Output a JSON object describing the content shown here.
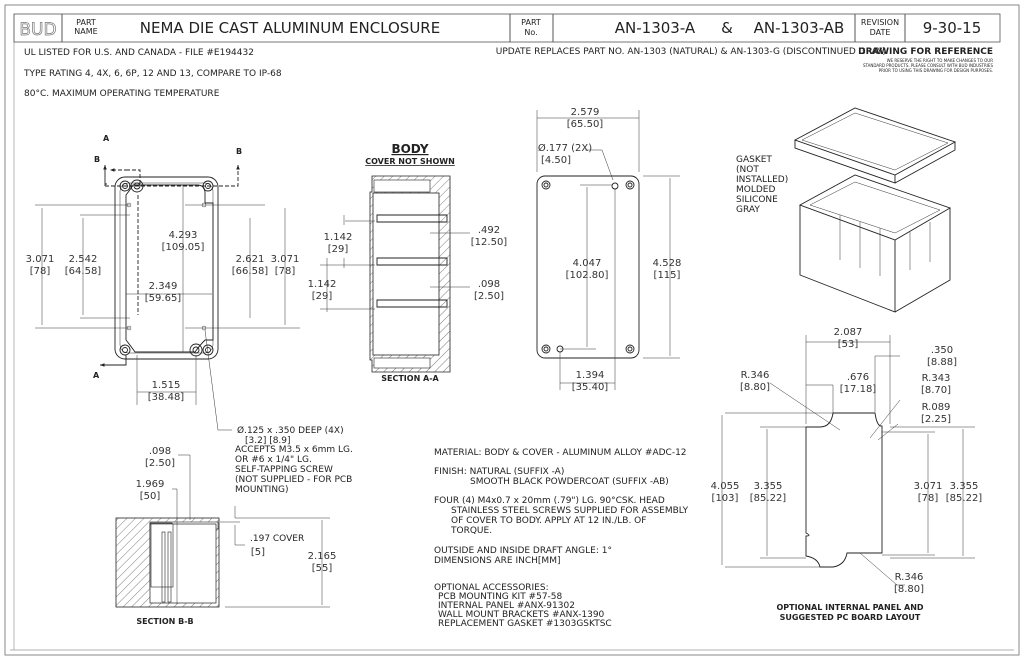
{
  "title_block": {
    "logo": "BUD",
    "part_name_label": "PART NAME",
    "part_name": "NEMA DIE CAST ALUMINUM ENCLOSURE",
    "part_no_label_1": "PART",
    "part_no_label_2": "No.",
    "part_no_1": "AN-1303-A",
    "part_no_amp": "&",
    "part_no_2": "AN-1303-AB",
    "revision_label_1": "REVISION",
    "revision_label_2": "DATE",
    "revision_date": "9-30-15"
  },
  "header_notes": {
    "ul": "UL LISTED FOR U.S. AND CANADA - FILE #E194432",
    "type_rating": "TYPE RATING 4, 4X, 6, 6P, 12 AND 13, COMPARE TO IP-68",
    "temperature": "80°C. MAXIMUM OPERATING TEMPERATURE",
    "update": "UPDATE REPLACES PART NO. AN-1303 (NATURAL) & AN-1303-G (DISCONTINUED GRAY)",
    "reference": "DRAWING FOR REFERENCE",
    "disclaimer": [
      "WE RESERVE THE RIGHT TO MAKE CHANGES TO OUR",
      "STANDARD PRODUCTS. PLEASE CONSULT WITH BUD INDUSTRIES",
      "PRIOR TO USING THIS DRAWING FOR DESIGN PURPOSES."
    ]
  },
  "front_view": {
    "section_a": "A",
    "section_b": "B",
    "dims": {
      "h_outer_l": [
        "3.071",
        "[78]"
      ],
      "h_inner_l": [
        "2.542",
        "[64.58]"
      ],
      "length": [
        "4.293",
        "[109.05]"
      ],
      "h_inner_r": [
        "2.621",
        "[66.58]"
      ],
      "h_outer_r": [
        "3.071",
        "[78]"
      ],
      "width": [
        "2.349",
        "[59.65]"
      ],
      "spacing": [
        "1.515",
        "[38.48]"
      ]
    },
    "hole_note": [
      "Ø.125  x  .350  DEEP (4X)",
      "[3.2]      [8.9]",
      "ACCEPTS M3.5 x 6mm LG.",
      "OR #6 x 1/4\" LG.",
      "SELF-TAPPING SCREW",
      "(NOT SUPPLIED - FOR PCB",
      "MOUNTING)"
    ]
  },
  "section_aa": {
    "title": "BODY",
    "subtitle": "COVER NOT SHOWN",
    "label": "SECTION A-A",
    "dims": {
      "rib1": [
        "1.142",
        "[29]"
      ],
      "rib2": [
        "1.142",
        "[29]"
      ],
      "depth": [
        ".492",
        "[12.50]"
      ],
      "wall": [
        ".098",
        "[2.50]"
      ]
    }
  },
  "cover_view": {
    "dims": {
      "width": [
        "2.579",
        "[65.50]"
      ],
      "hole": [
        "Ø.177 (2X)",
        "[4.50]"
      ],
      "hole_span": [
        "4.047",
        "[102.80]"
      ],
      "length": [
        "4.528",
        "[115]"
      ],
      "hole_offset": [
        "1.394",
        "[35.40]"
      ]
    }
  },
  "iso_view": {
    "gasket_note": [
      "GASKET",
      "(NOT",
      "INSTALLED)",
      "MOLDED",
      "SILICONE",
      "GRAY"
    ]
  },
  "section_bb": {
    "label": "SECTION B-B",
    "dims": {
      "wall": [
        ".098",
        "[2.50]"
      ],
      "inner": [
        "1.969",
        "[50]"
      ],
      "cover": [
        ".197 COVER",
        "[5]"
      ],
      "height": [
        "2.165",
        "[55]"
      ]
    }
  },
  "notes": {
    "material": "MATERIAL: BODY & COVER - ALUMINUM ALLOY #ADC-12",
    "finish": [
      "FINISH: NATURAL (SUFFIX -A)",
      "SMOOTH BLACK POWDERCOAT (SUFFIX -AB)"
    ],
    "screws": [
      "FOUR (4) M4x0.7 x 20mm (.79\") LG. 90°CSK. HEAD",
      "STAINLESS STEEL SCREWS SUPPLIED FOR ASSEMBLY",
      "OF COVER TO BODY. APPLY AT 12 IN./LB. OF",
      "TORQUE."
    ],
    "draft": [
      "OUTSIDE AND INSIDE DRAFT ANGLE: 1°",
      "DIMENSIONS ARE INCH[MM]"
    ],
    "accessories": [
      "OPTIONAL ACCESSORIES:",
      "PCB MOUNTING KIT #57-58",
      "INTERNAL PANEL #ANX-91302",
      "WALL MOUNT BRACKETS #ANX-1390",
      "REPLACEMENT GASKET #1303GSKTSC"
    ]
  },
  "panel_view": {
    "title": [
      "OPTIONAL INTERNAL PANEL AND",
      "SUGGESTED PC BOARD LAYOUT"
    ],
    "dims": {
      "width": [
        "2.087",
        "[53]"
      ],
      "edge": [
        ".350",
        "[8.88]"
      ],
      "r_tl": [
        "R.346",
        "[8.80]"
      ],
      "notch": [
        ".676",
        "[17.18]"
      ],
      "r_tr": [
        "R.343",
        "[8.70]"
      ],
      "r_small": [
        "R.089",
        "[2.25]"
      ],
      "overall": [
        "4.055",
        "[103]"
      ],
      "pcb_l": [
        "3.355",
        "[85.22]"
      ],
      "pcb_r": [
        "3.355",
        "[85.22]"
      ],
      "holes": [
        "3.071",
        "[78]"
      ],
      "r_bot": [
        "R.346",
        "[8.80]"
      ]
    }
  }
}
